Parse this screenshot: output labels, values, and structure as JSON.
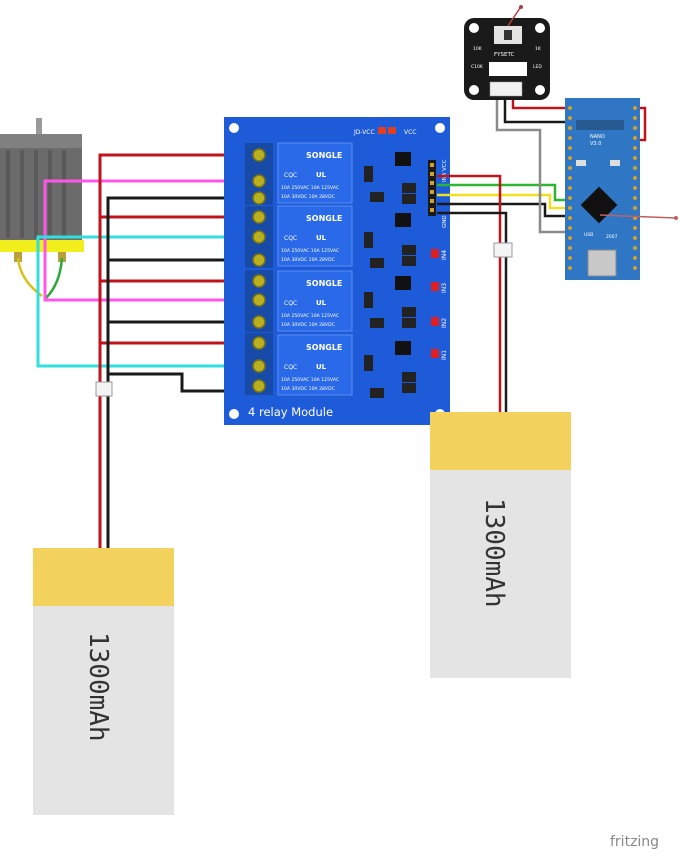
{
  "relay_module": {
    "title": "4 relay Module",
    "jd_vcc": "JD-VCC",
    "vcc": "VCC",
    "brand": "SONGLE",
    "ratings_line1": "10A 250VAC  10A 125VAC",
    "ratings_line2": "10A 30VDC  10A 28VDC",
    "cert": "CQC",
    "ul": "UL",
    "pins": [
      "IN4",
      "IN3",
      "IN2",
      "IN1"
    ],
    "power_pins": [
      "VCC",
      "GND"
    ],
    "channels": 4
  },
  "battery_left": {
    "label": "1300mAh"
  },
  "battery_right": {
    "label": "1300mAh"
  },
  "sensor": {
    "label": "FYSETC",
    "pins": [
      "10K",
      "C10K",
      "1K",
      "LED"
    ]
  },
  "arduino": {
    "label": "NANO",
    "version": "V3.0",
    "year": "2007",
    "usb": "USB"
  },
  "footer": {
    "brand": "fritzing"
  },
  "colors": {
    "relay_board": "#1e5bd8",
    "relay_block": "#2a6ae8",
    "battery_top": "#f2d15c",
    "battery_body": "#e4e4e4",
    "wire_red": "#c0141c",
    "wire_black": "#1a1a1a",
    "wire_magenta": "#ff55e8",
    "wire_cyan": "#33dede",
    "wire_green": "#2fb531",
    "wire_yellow": "#f0e020",
    "wire_gray": "#8a8a8a",
    "motor_yellow": "#f2ee1c",
    "arduino_blue": "#2f76c4"
  },
  "icons": [
    "dc-motor-icon",
    "terminal-screw-icon",
    "led-icon",
    "usb-port-icon"
  ]
}
